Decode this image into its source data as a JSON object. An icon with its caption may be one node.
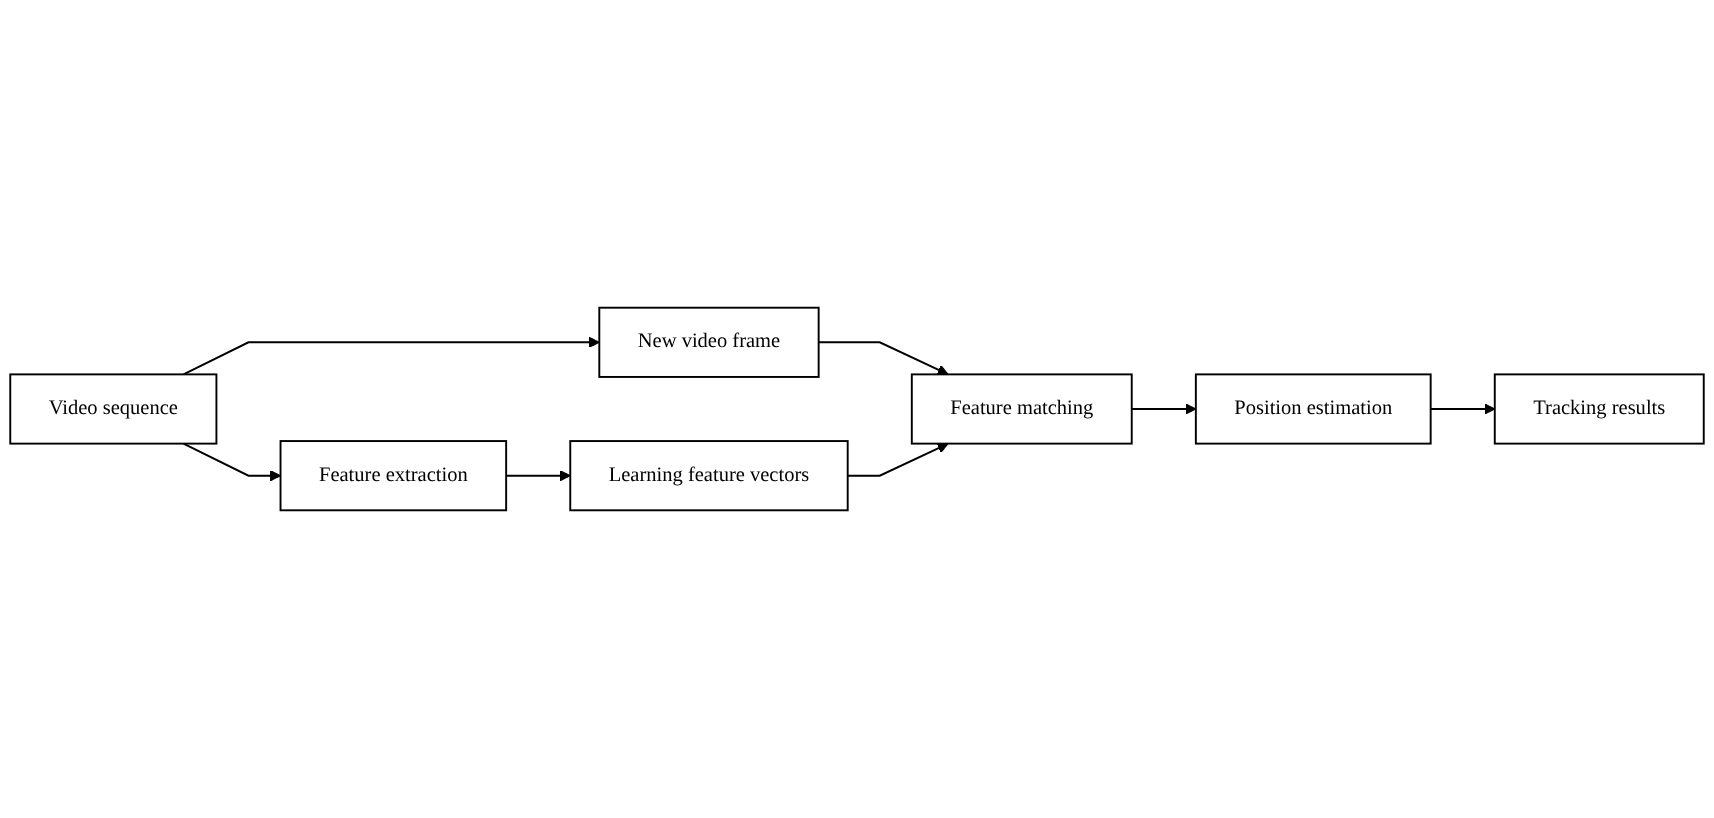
{
  "diagram": {
    "nodes": [
      {
        "text": [
          "Video sequence"
        ]
      },
      {
        "text": [
          "New video frame"
        ]
      },
      {
        "text": [
          "Feature extraction"
        ]
      },
      {
        "text": [
          "Feature matching"
        ]
      },
      {
        "text": [
          "Learning feature vectors"
        ]
      },
      {
        "text": [
          "Position estimation"
        ]
      },
      {
        "text": [
          "Tracking results"
        ]
      }
    ],
    "edges": [
      {
        "from": 0,
        "to": 1,
        "arrow": "to"
      },
      {
        "from": 0,
        "to": 2,
        "arrow": "to"
      },
      {
        "from": 1,
        "to": 3,
        "arrow": "to"
      },
      {
        "from": 2,
        "to": 4,
        "arrow": "to"
      },
      {
        "from": 4,
        "to": 3,
        "arrow": "to"
      },
      {
        "from": 3,
        "to": 5,
        "arrow": "to"
      },
      {
        "from": 5,
        "to": 6,
        "arrow": "to"
      }
    ]
  }
}
